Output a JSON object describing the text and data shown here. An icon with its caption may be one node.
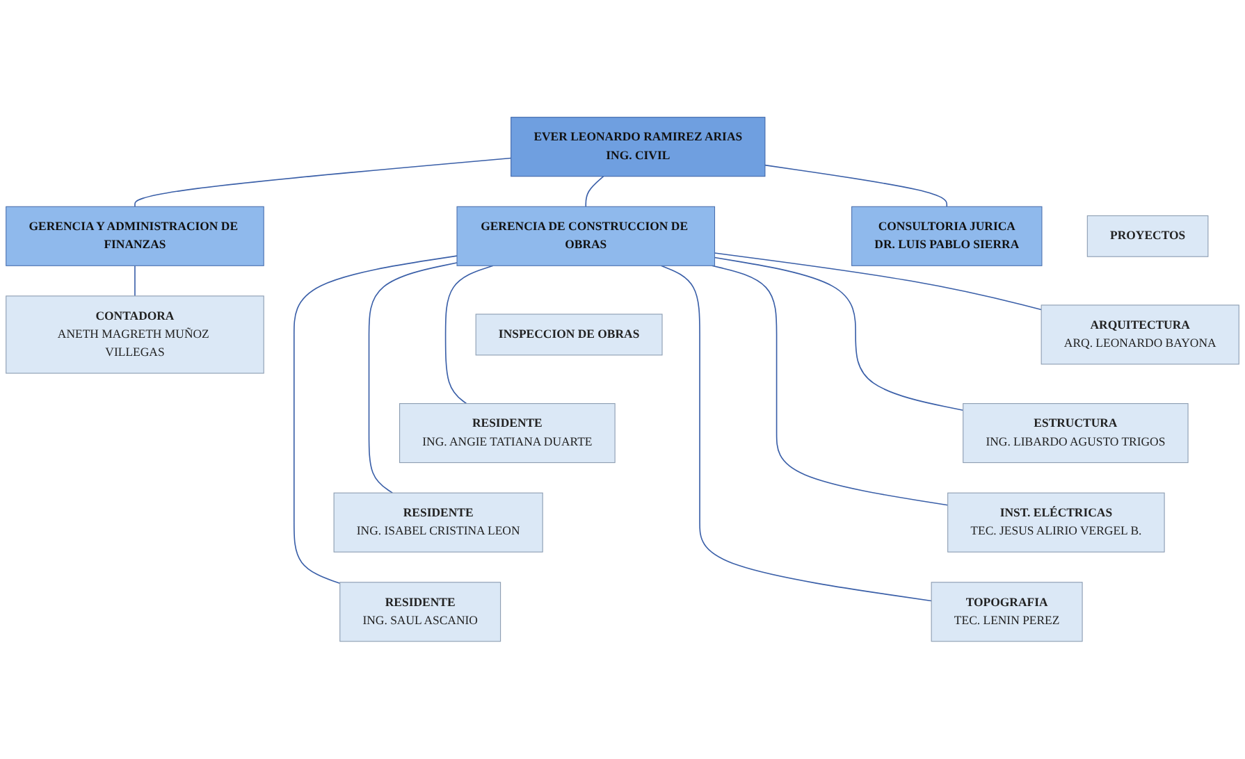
{
  "diagram": {
    "nodes": [
      {
        "text": [
          "EVER LEONARDO RAMIREZ ARIAS",
          "ING. CIVIL"
        ]
      },
      {
        "text": [
          "GERENCIA Y ADMINISTRACION DE FINANZAS"
        ]
      },
      {
        "text": [
          "GERENCIA DE CONSTRUCCION DE OBRAS"
        ]
      },
      {
        "text": [
          "CONSULTORIA JURICA",
          "DR. LUIS PABLO SIERRA"
        ]
      },
      {
        "text": [
          "CONTADORA",
          "ANETH MAGRETH MUÑOZ VILLEGAS"
        ]
      },
      {
        "text": [
          "INSPECCION DE OBRAS"
        ]
      },
      {
        "text": [
          "RESIDENTE",
          "ING. ANGIE TATIANA DUARTE"
        ]
      },
      {
        "text": [
          "RESIDENTE",
          "ING. ISABEL CRISTINA LEON"
        ]
      },
      {
        "text": [
          "RESIDENTE",
          "ING. SAUL ASCANIO"
        ]
      },
      {
        "text": [
          "PROYECTOS"
        ]
      },
      {
        "text": [
          "ARQUITECTURA",
          "ARQ. LEONARDO BAYONA"
        ]
      },
      {
        "text": [
          "ESTRUCTURA",
          "ING. LIBARDO AGUSTO TRIGOS"
        ]
      },
      {
        "text": [
          "INST. ELÉCTRICAS",
          "TEC. JESUS ALIRIO VERGEL B."
        ]
      },
      {
        "text": [
          "TOPOGRAFIA",
          "TEC. LENIN PEREZ"
        ]
      }
    ],
    "edges": [
      {
        "from": 0,
        "to": 1,
        "arrow": "none"
      },
      {
        "from": 0,
        "to": 2,
        "arrow": "none"
      },
      {
        "from": 0,
        "to": 3,
        "arrow": "none"
      },
      {
        "from": 1,
        "to": 4,
        "arrow": "none"
      },
      {
        "from": 2,
        "to": 6,
        "arrow": "none"
      },
      {
        "from": 2,
        "to": 7,
        "arrow": "none"
      },
      {
        "from": 2,
        "to": 8,
        "arrow": "none"
      },
      {
        "from": 2,
        "to": 10,
        "arrow": "none"
      },
      {
        "from": 2,
        "to": 11,
        "arrow": "none"
      },
      {
        "from": 2,
        "to": 12,
        "arrow": "none"
      },
      {
        "from": 2,
        "to": 13,
        "arrow": "none"
      }
    ]
  }
}
